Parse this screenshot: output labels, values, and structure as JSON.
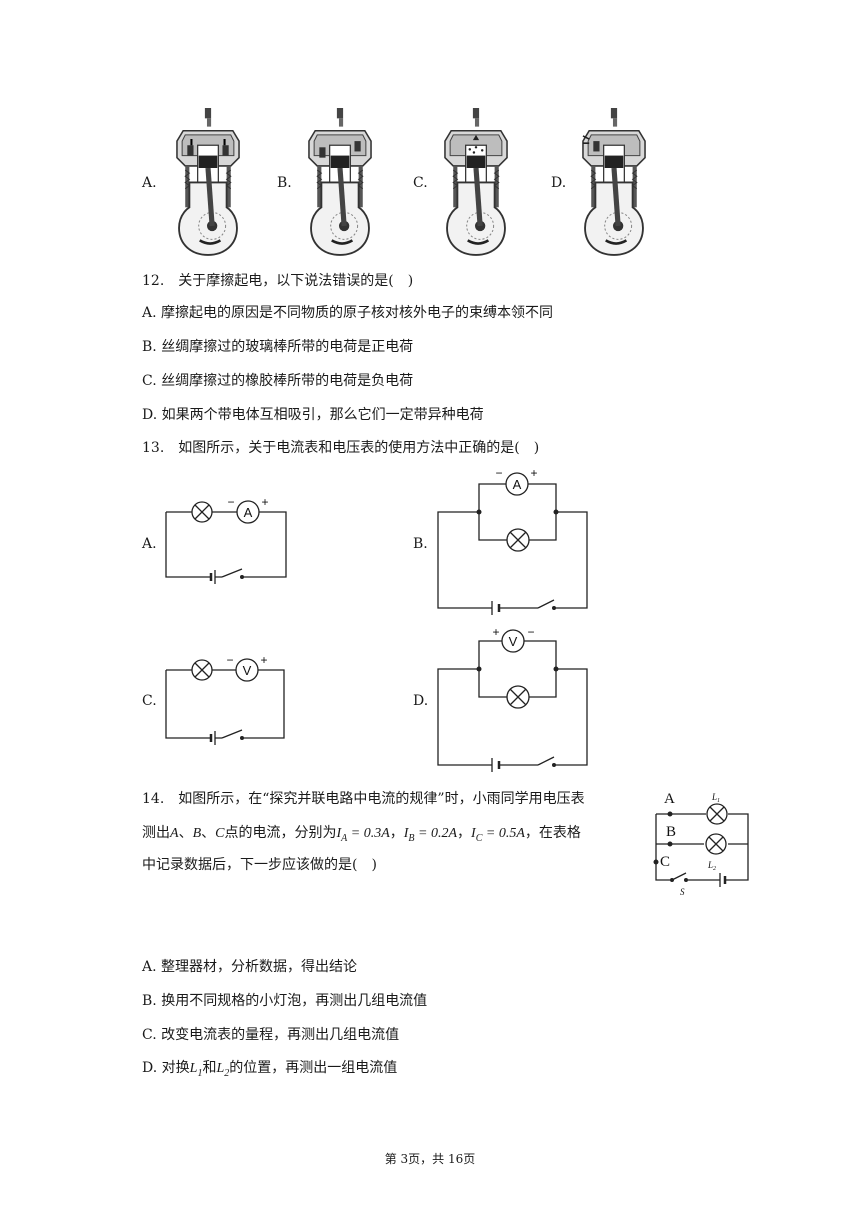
{
  "q11": {
    "options": [
      "A.",
      "B.",
      "C.",
      "D."
    ]
  },
  "q12": {
    "stem": "12.　关于摩擦起电，以下说法错误的是(　)",
    "options": [
      "A. 摩擦起电的原因是不同物质的原子核对核外电子的束缚本领不同",
      "B. 丝绸摩擦过的玻璃棒所带的电荷是正电荷",
      "C. 丝绸摩擦过的橡胶棒所带的电荷是负电荷",
      "D. 如果两个带电体互相吸引，那么它们一定带异种电荷"
    ]
  },
  "q13": {
    "stem": "13.　如图所示，关于电流表和电压表的使用方法中正确的是(　)",
    "options": [
      "A.",
      "B.",
      "C.",
      "D."
    ],
    "meter_a": "A",
    "meter_v": "V",
    "plus": "+",
    "minus": "−"
  },
  "q14": {
    "line1_pre": "14.　如图所示，在“探究并联电路中电流的规律”时，小雨同学用电压表",
    "line2_pre": "测出",
    "pt_a": "A",
    "sep1": "、",
    "pt_b": "B",
    "sep2": "、",
    "pt_c": "C",
    "line2_mid": "点的电流，分别为",
    "ia": "I",
    "ia_sub": "A",
    "ia_val": " = 0.3A",
    "ib": "I",
    "ib_sub": "B",
    "ib_val": " = 0.2A",
    "ic": "I",
    "ic_sub": "C",
    "ic_val": " = 0.5A",
    "comma": "，",
    "line2_end": "，在表格",
    "line3": "中记录数据后，下一步应该做的是(　)",
    "diagram": {
      "a": "A",
      "b": "B",
      "c": "C",
      "l1": "L",
      "l1_sub": "1",
      "l2": "L",
      "l2_sub": "2",
      "s": "S"
    },
    "options": [
      "A. 整理器材，分析数据，得出结论",
      "B. 换用不同规格的小灯泡，再测出几组电流值",
      "C. 改变电流表的量程，再测出几组电流值"
    ],
    "optD_pre": "D. 对换",
    "optD_l": "L",
    "optD_1": "1",
    "optD_and": "和",
    "optD_2": "2",
    "optD_post": "的位置，再测出一组电流值"
  },
  "footer": "第 3页，共 16页"
}
